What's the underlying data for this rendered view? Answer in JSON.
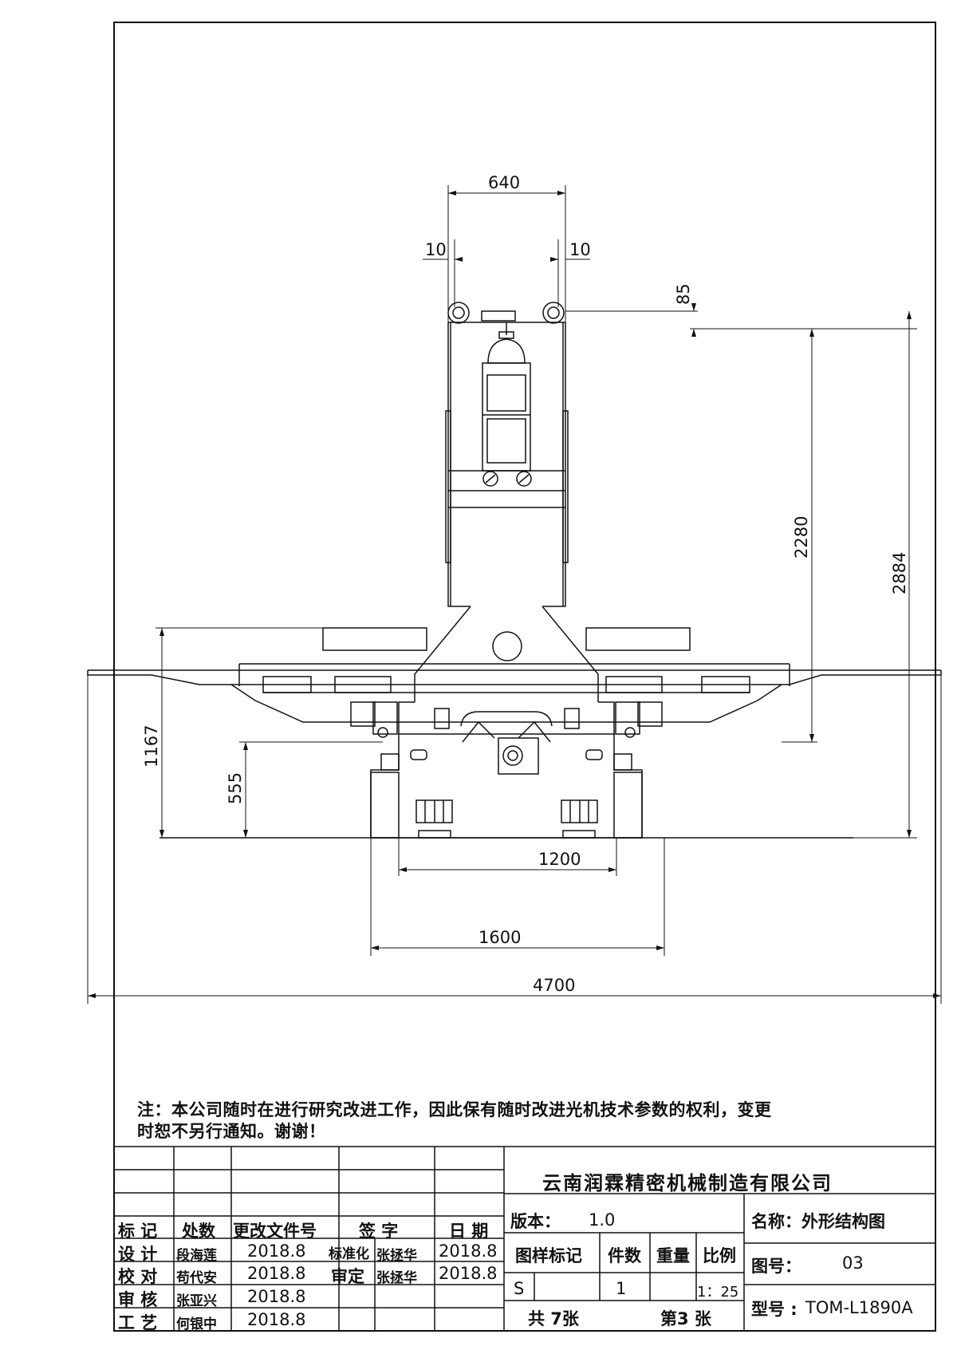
{
  "dimensions": {
    "d640": "640",
    "d10_left": "10",
    "d10_right": "10",
    "d85": "85",
    "d2280": "2280",
    "d2884": "2884",
    "d1167": "1167",
    "d555": "555",
    "d1200": "1200",
    "d1600": "1600",
    "d4700": "4700"
  },
  "note": {
    "line1": "注：本公司随时在进行研究改进工作，因此保有随时改进光机技术参数的权利，变更",
    "line2": "时恕不另行通知。谢谢！"
  },
  "title_block": {
    "company": "云南润霖精密机械制造有限公司",
    "headers": {
      "mark": "标 记",
      "location": "处数",
      "change_doc": "更改文件号",
      "signature": "签 字",
      "date": "日 期"
    },
    "rows": [
      {
        "role": "设 计",
        "name": "段海莲",
        "date": "2018.8"
      },
      {
        "role": "校 对",
        "name": "苟代安",
        "date": "2018.8"
      },
      {
        "role": "审 核",
        "name": "张亚兴",
        "date": "2018.8"
      },
      {
        "role": "工 艺",
        "name": "何银中",
        "date": "2018.8"
      }
    ],
    "standardization": {
      "label": "标准化",
      "name": "张拯华",
      "date": "2018.8"
    },
    "approval": {
      "label": "审定",
      "name": "张拯华",
      "date": "2018.8"
    },
    "version_label": "版本：",
    "version_value": "1.0",
    "col_sample_mark": "图样标记",
    "col_count": "件数",
    "col_weight": "重量",
    "col_scale": "比例",
    "sample_mark_value": "S",
    "count_value": "1",
    "scale_value": "1：25",
    "total_sheets": "共 7张",
    "sheet_no": "第3 张",
    "name_label": "名称：外形结构图",
    "drawing_no_label": "图号：",
    "drawing_no_value": "03",
    "model_label": "型号 :",
    "model_value": "TOM-L1890A"
  },
  "colors": {
    "line": "#111111",
    "paper": "#ffffff"
  }
}
